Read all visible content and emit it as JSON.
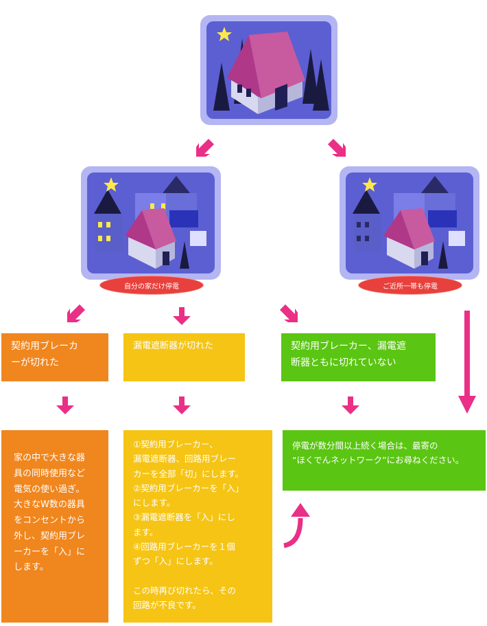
{
  "colors": {
    "pink_arrow": "#ea2f86",
    "orange_box": "#f0861e",
    "yellow_box": "#f5c415",
    "green_box": "#5bc513",
    "badge_red": "#e8403c",
    "panel_blue": "#5c5fd2"
  },
  "badges": {
    "own_house": "自分の家だけ停電",
    "neighborhood": "ご近所一帯も停電"
  },
  "boxes": {
    "contract_breaker": "契約用ブレーカ\nーが切れた",
    "leakage_breaker": "漏電遮断器が切れた",
    "neither": "契約用ブレーカー、漏電遮\n断器ともに切れていない",
    "contract_action": "家の中で大きな器\n具の同時使用など\n電気の使い過ぎ。\n大きなW数の器具\nをコンセントから\n外し、契約用ブレ\nーカーを「入」に\nします。",
    "leakage_action": "①契約用ブレーカー、\n漏電遮断器、回路用ブレー\nカーを全部「切」にします。\n②契約用ブレーカーを「入」\nにします。\n③漏電遮断器を「入」にし\nます。\n④回路用ブレーカーを１個\nずつ「入」にします。\n\nこの時再び切れたら、その\n回路が不良です。",
    "contact": "停電が数分間以上続く場合は、最寄の\n“ほくでんネットワーク”にお尋ねください。"
  },
  "icons": [
    "house-night-icon",
    "star-icon",
    "arrow-down-left-icon",
    "arrow-down-right-icon",
    "arrow-down-icon",
    "curved-arrow-up-icon"
  ]
}
